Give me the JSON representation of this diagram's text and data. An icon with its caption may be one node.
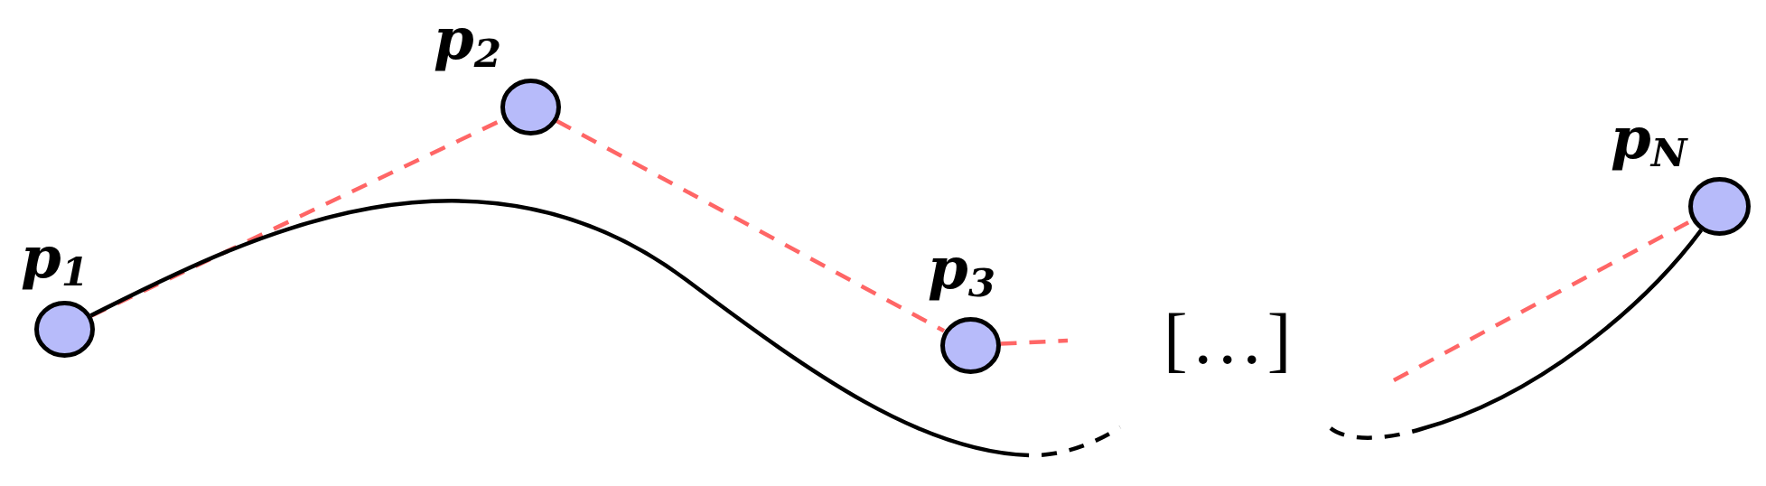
{
  "diagram": {
    "nodes": [
      {
        "text": [],
        "shape": "circle",
        "beside": [
          "p$_{1}$"
        ]
      },
      {
        "text": [],
        "shape": "circle",
        "beside": [
          "p$_{2}$"
        ]
      },
      {
        "text": [],
        "shape": "circle",
        "beside": [
          "p$_{3}$"
        ]
      },
      {
        "text": [],
        "shape": "circle",
        "beside": [
          "p$_{N}$"
        ]
      }
    ],
    "edges": [
      {
        "from": 0,
        "to": 1,
        "arrow": "none",
        "style": "dashed",
        "color": "#ff6666"
      },
      {
        "from": 1,
        "to": 2,
        "arrow": "none",
        "style": "dashed",
        "color": "#ff6666"
      },
      {
        "from": 2,
        "to": null,
        "arrow": "none",
        "style": "dashed",
        "color": "#ff6666"
      },
      {
        "from": null,
        "to": 3,
        "arrow": "none",
        "style": "dashed",
        "color": "#ff6666"
      },
      {
        "from": 0,
        "to": null,
        "arrow": "none",
        "color": "#000000"
      },
      {
        "from": null,
        "to": 3,
        "arrow": "none",
        "color": "#000000"
      }
    ],
    "labels": [
      "[...]"
    ]
  }
}
